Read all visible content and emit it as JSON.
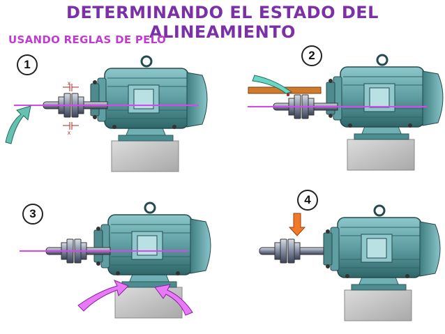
{
  "title": "Determinando el estado del alineamiento",
  "subtitle": "Usando reglas de pelo",
  "panels": [
    {
      "number": "1",
      "marks": [
        "x",
        "x"
      ]
    },
    {
      "number": "2"
    },
    {
      "number": "3"
    },
    {
      "number": "4"
    }
  ],
  "colors": {
    "title": "#7c30a8",
    "subtitle": "#c23bd1",
    "motor": "#5f9ea3",
    "base": "#c8c8c8",
    "alignment_line": "#d946ef",
    "feeler_arrow": "#f07a2a"
  }
}
